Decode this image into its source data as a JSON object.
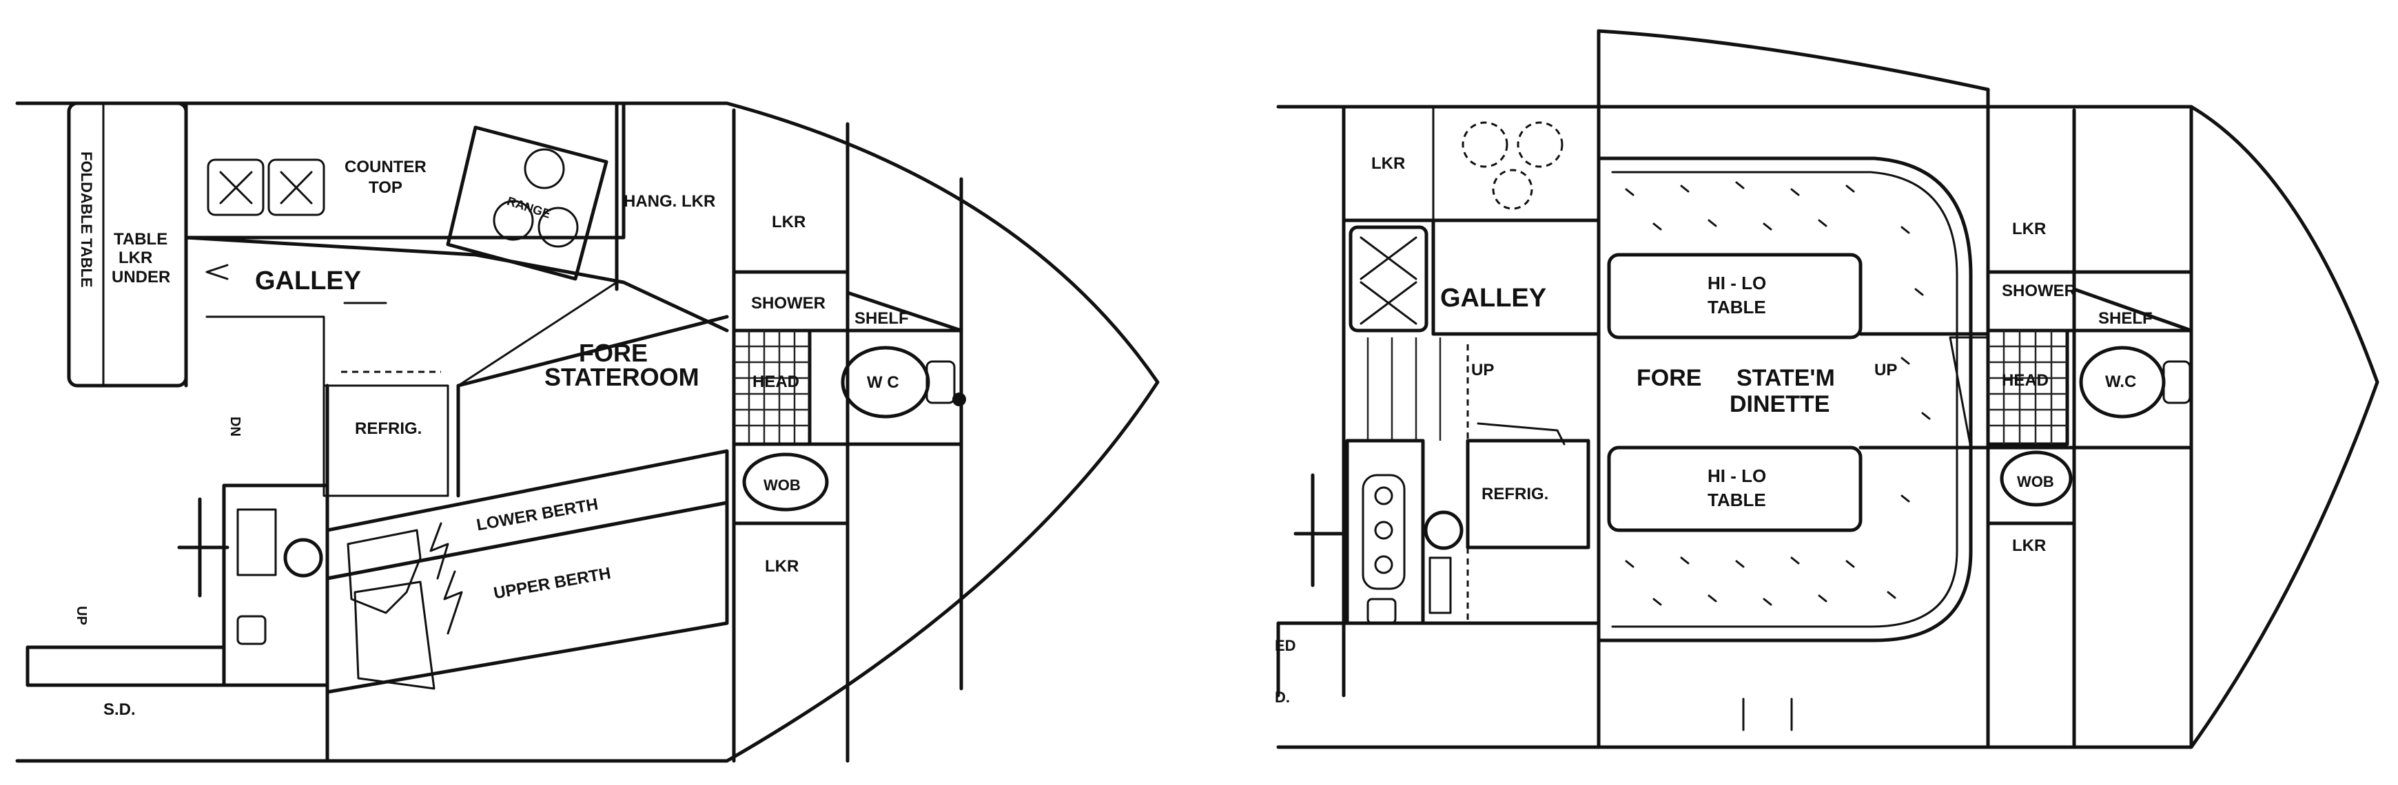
{
  "colors": {
    "ink": "#111111",
    "paper": "#ffffff"
  },
  "left_plan": {
    "labels": {
      "foldable_table": "FOLDABLE TABLE",
      "table_lkr_under_1": "TABLE",
      "table_lkr_under_2": "LKR",
      "table_lkr_under_3": "UNDER",
      "galley": "GALLEY",
      "counter_top_1": "COUNTER",
      "counter_top_2": "TOP",
      "range": "RANGE",
      "hang_lkr": "HANG. LKR",
      "lkr_top": "LKR",
      "shower": "SHOWER",
      "shelf": "SHELF",
      "fore_stateroom_1": "FORE",
      "fore_stateroom_2": "STATEROOM",
      "head": "HEAD",
      "wc": "W C",
      "wob": "WOB",
      "refrig": "REFRIG.",
      "dn": "DN",
      "lower_berth": "LOWER BERTH",
      "upper_berth": "UPPER BERTH",
      "lkr_bottom": "LKR",
      "up": "UP",
      "sd": "S.D."
    }
  },
  "right_plan": {
    "labels": {
      "lkr_galley": "LKR",
      "galley": "GALLEY",
      "up_galley": "UP",
      "refrig": "REFRIG.",
      "hi_lo_table_top_1": "HI - LO",
      "hi_lo_table_top_2": "TABLE",
      "fore_statem": "FORE",
      "statem_dinette_1": "STATE'M",
      "statem_dinette_2": "DINETTE",
      "up_bulkhead": "UP",
      "hi_lo_table_bottom_1": "HI - LO",
      "hi_lo_table_bottom_2": "TABLE",
      "lkr_top": "LKR",
      "shower": "SHOWER",
      "shelf": "SHELF",
      "head": "HEAD",
      "wc": "W.C",
      "wob": "WOB",
      "lkr_bottom": "LKR",
      "ed": "ED",
      "d": "D."
    }
  }
}
